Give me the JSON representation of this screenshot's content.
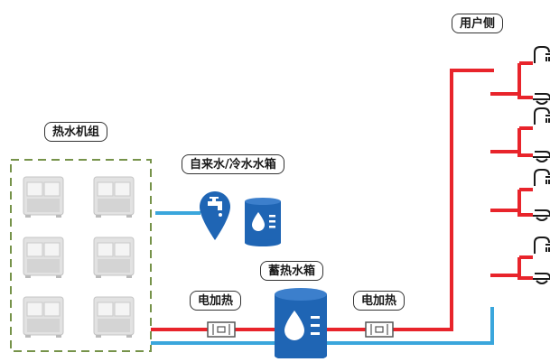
{
  "labels": {
    "heat_pump_group": "热水机组",
    "tap_water_tank": "自来水/冷水水箱",
    "storage_tank": "蓄热水箱",
    "electric_heater_left": "电加热",
    "electric_heater_right": "电加热",
    "user_side": "用户侧"
  },
  "colors": {
    "hot_pipe": "#e8242b",
    "cold_pipe": "#3aa6dc",
    "tank_blue": "#1f65b4",
    "unit_dashed_border": "#76934a",
    "unit_gray": "#d9d9d9"
  },
  "icons": {
    "heat_pump_unit": "outdoor-ac-unit-icon",
    "tap_water": "water-tap-pin-icon",
    "water_tank": "water-drop-tank-icon",
    "storage_tank": "water-drop-tank-icon",
    "heater": "electric-heater-icon",
    "fixtures": [
      "shower-icon",
      "basin-faucet-icon"
    ]
  },
  "counts": {
    "heat_pump_units": 6,
    "user_outlets": 4
  }
}
